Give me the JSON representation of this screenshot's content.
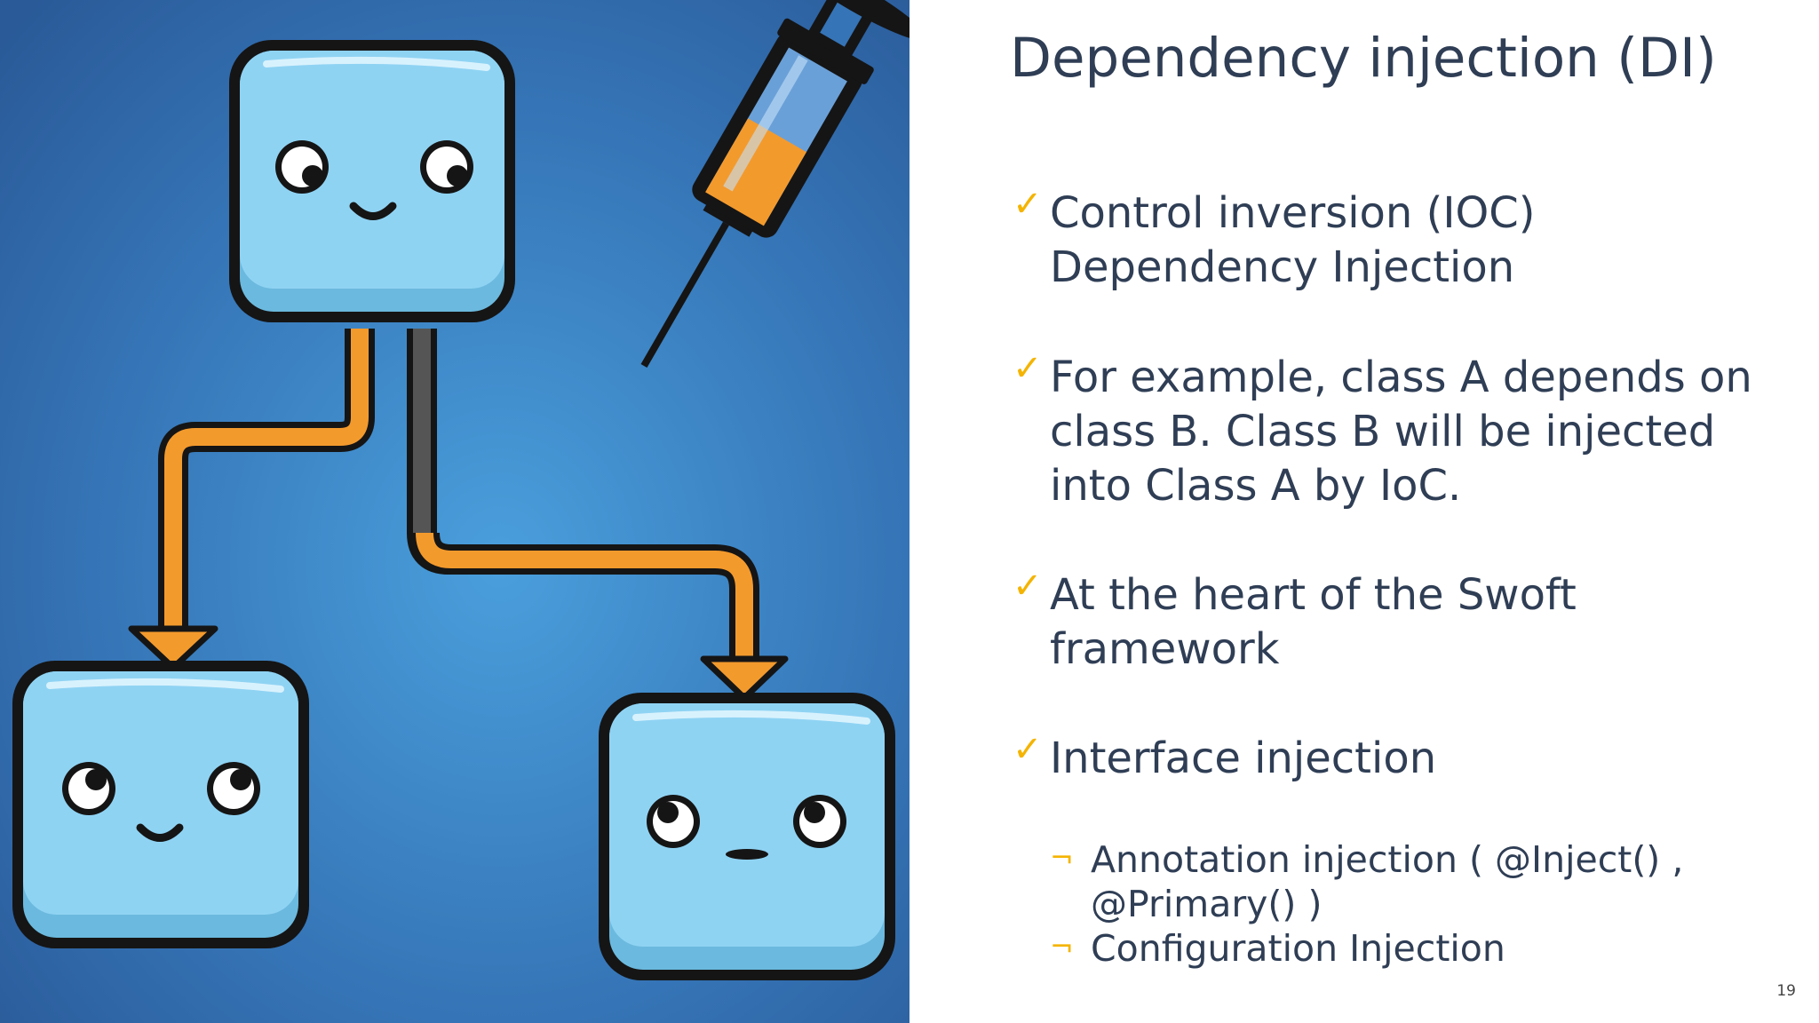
{
  "slide": {
    "title": "Dependency injection (DI)",
    "bullets": [
      "Control inversion (IOC) Dependency Injection",
      "For example, class A depends on class B.  Class B will be injected into Class A by IoC.",
      "At the heart of the Swoft framework",
      "Interface injection"
    ],
    "sub_bullets": [
      "Annotation injection ( @Inject() , @Primary() )",
      "Configuration Injection"
    ],
    "bullet_marker": "✓",
    "sub_bullet_marker": "¬",
    "page_number": "19"
  },
  "colors": {
    "text": "#2f3e55",
    "accent": "#f4b400",
    "illustration_background": "#2e68a8",
    "block_fill": "#8fd3f3",
    "arrow": "#f39a2d"
  },
  "icons": [
    "check-icon",
    "not-sign-icon",
    "syringe-icon"
  ]
}
